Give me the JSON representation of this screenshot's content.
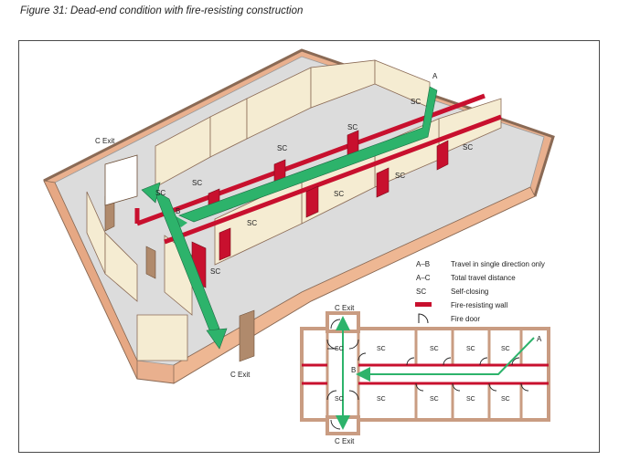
{
  "figure": {
    "caption": "Figure 31: Dead-end condition with fire-resisting construction"
  },
  "iso_labels": {
    "c_exit_top": "C Exit",
    "c_exit_bottom": "C Exit",
    "a": "A",
    "b": "B",
    "sc": "SC"
  },
  "legend": [
    {
      "key": "A–B",
      "text": "Travel in single direction only"
    },
    {
      "key": "A–C",
      "text": "Total travel distance"
    },
    {
      "key": "SC",
      "text": "Self-closing"
    },
    {
      "key": "fire-wall-swatch",
      "text": "Fire-resisting wall"
    },
    {
      "key": "fire-door-symbol",
      "text": "Fire door"
    }
  ],
  "plan_labels": {
    "c_exit_top": "C Exit",
    "c_exit_bottom": "C Exit",
    "a": "A",
    "b": "B",
    "sc": "SC"
  },
  "colors": {
    "fire_wall": "#c8102e",
    "travel_arrow": "#2db36b",
    "wall_tan": "#e3b08c",
    "floor": "#d8d8d8",
    "wall_cream": "#f5ecd2",
    "fire_door": "#c8102e"
  }
}
